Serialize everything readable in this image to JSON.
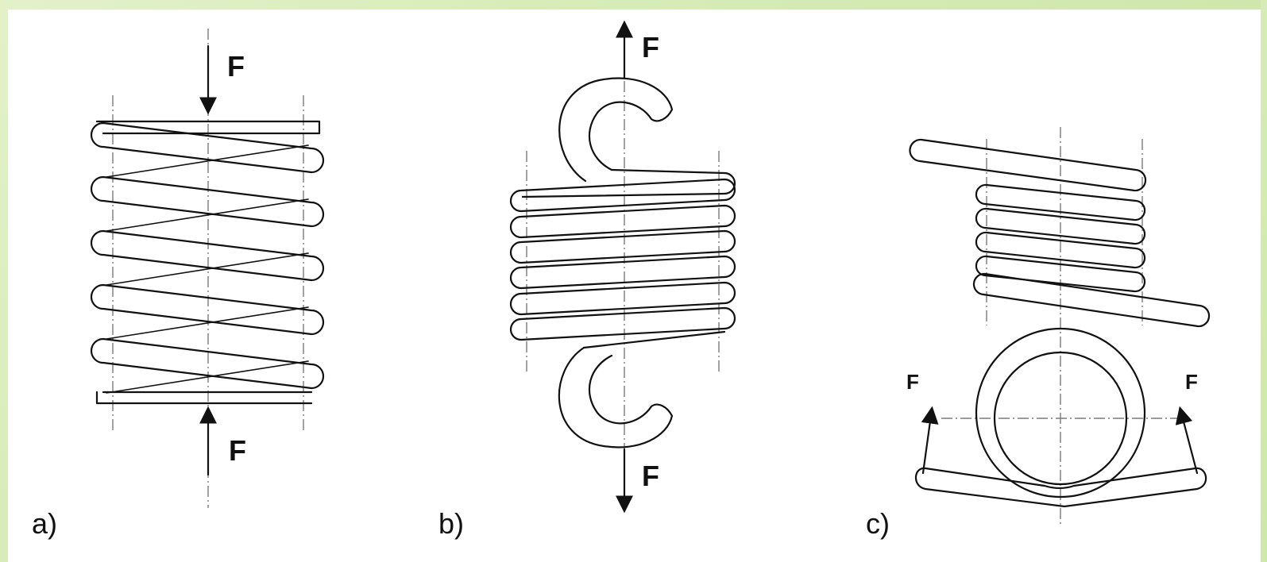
{
  "panels": [
    {
      "label": "a)",
      "forces": [
        "F",
        "F"
      ]
    },
    {
      "label": "b)",
      "forces": [
        "F",
        "F"
      ]
    },
    {
      "label": "c)",
      "forces": [
        "F",
        "F"
      ]
    }
  ]
}
